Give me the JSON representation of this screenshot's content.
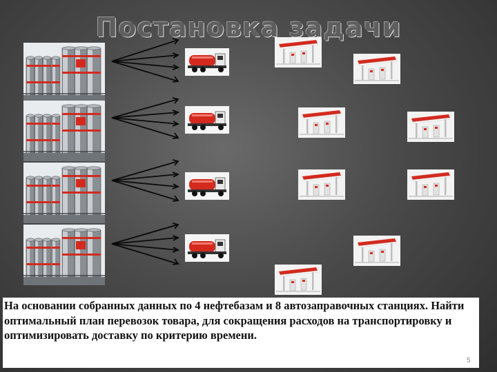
{
  "slide": {
    "title": "Постановка задачи",
    "body_text": "На основании собранных данных по 4 нефтебазам и 8 автозаправочных станциях. Найти оптимальный план перевозок товара, для сокращения расходов на транспортировку и оптимизировать доставку по критерию времени.",
    "page_number": "5"
  },
  "images": {
    "depots": [
      "oil-depot-image",
      "oil-depot-image",
      "oil-depot-image",
      "oil-depot-image"
    ],
    "trucks": [
      "fuel-truck-image",
      "fuel-truck-image",
      "fuel-truck-image",
      "fuel-truck-image"
    ],
    "stations": [
      "gas-station-image",
      "gas-station-image",
      "gas-station-image",
      "gas-station-image",
      "gas-station-image",
      "gas-station-image",
      "gas-station-image",
      "gas-station-image"
    ]
  },
  "colors": {
    "accent_red": "#d42a1e",
    "background": "#4a4a4a"
  }
}
